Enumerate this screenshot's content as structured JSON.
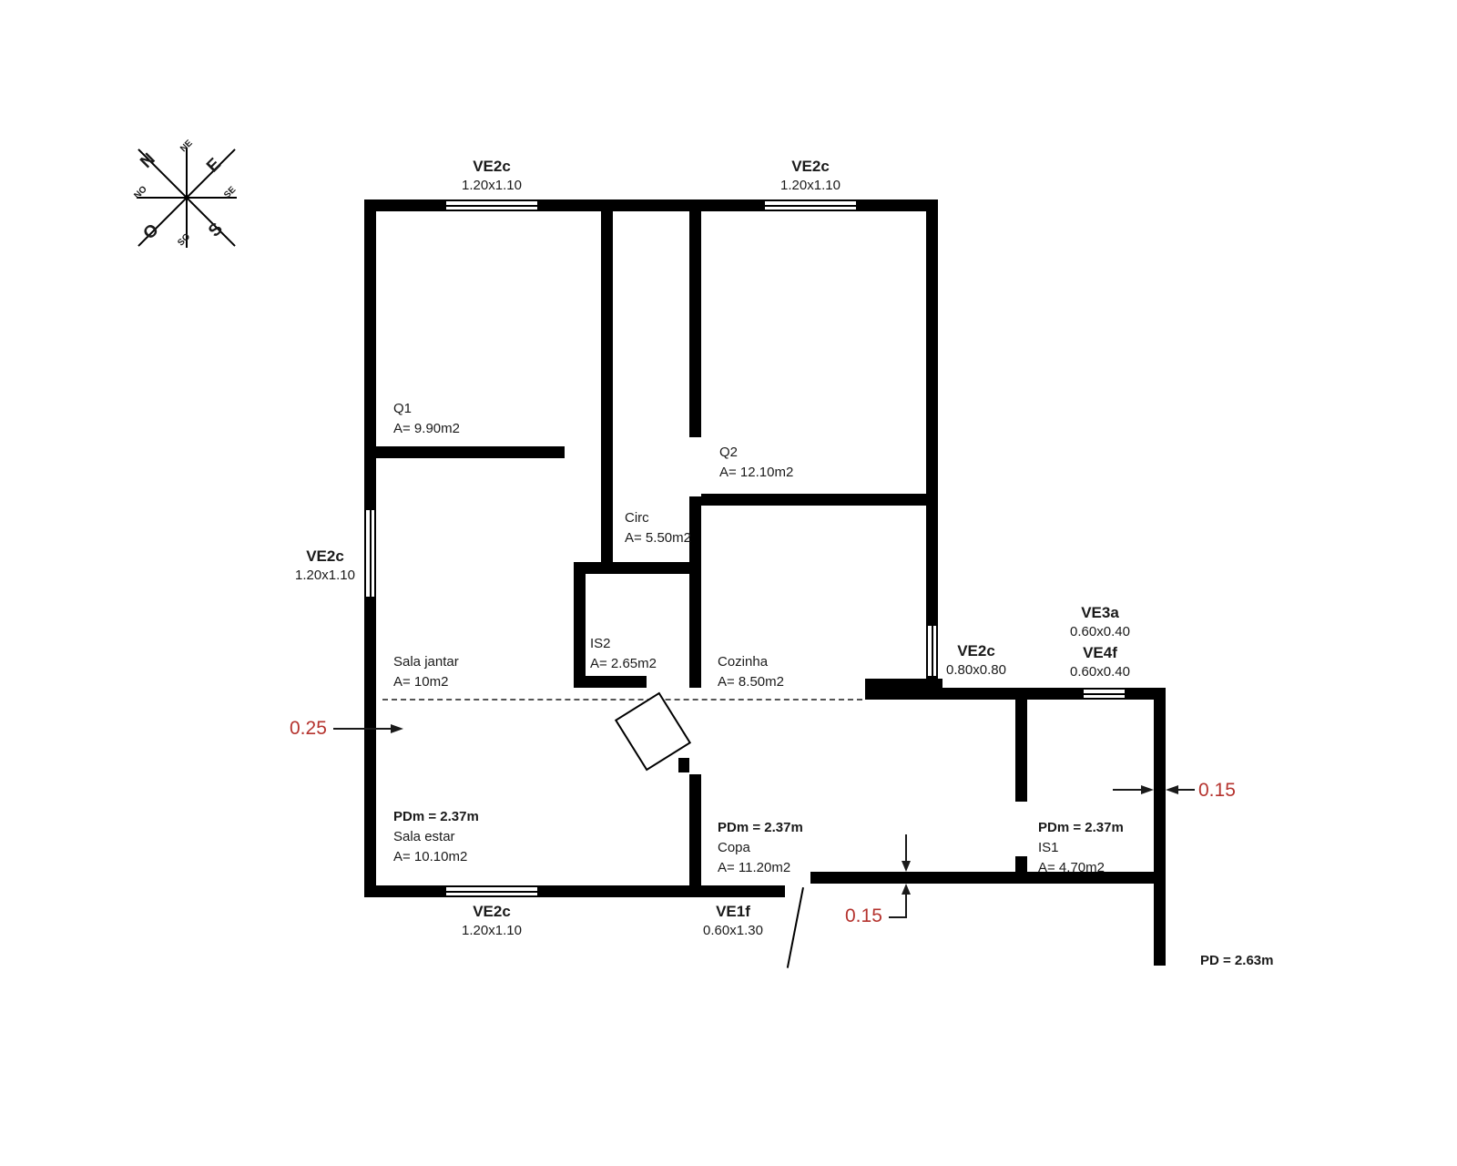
{
  "colors": {
    "wall": "#000000",
    "text": "#1a1a1a",
    "dimension_red": "#b5332e",
    "background": "#ffffff"
  },
  "compass": {
    "n": "N",
    "e": "E",
    "s": "S",
    "o": "O",
    "ne": "NE",
    "se": "SE",
    "so": "SO",
    "no": "NO"
  },
  "rooms": {
    "q1": {
      "name": "Q1",
      "area": "A= 9.90m2"
    },
    "q2": {
      "name": "Q2",
      "area": "A= 12.10m2"
    },
    "circ": {
      "name": "Circ",
      "area": "A= 5.50m2"
    },
    "is2": {
      "name": "IS2",
      "area": "A= 2.65m2"
    },
    "sala_jantar": {
      "name": "Sala jantar",
      "area": "A= 10m2"
    },
    "cozinha": {
      "name": "Cozinha",
      "area": "A= 8.50m2"
    },
    "sala_estar": {
      "pdm": "PDm = 2.37m",
      "name": "Sala estar",
      "area": "A= 10.10m2"
    },
    "copa": {
      "pdm": "PDm = 2.37m",
      "name": "Copa",
      "area": "A= 11.20m2"
    },
    "is1": {
      "pdm": "PDm = 2.37m",
      "name": "IS1",
      "area": "A= 4.70m2"
    }
  },
  "windows": {
    "top_left": {
      "code": "VE2c",
      "size": "1.20x1.10"
    },
    "top_right": {
      "code": "VE2c",
      "size": "1.20x1.10"
    },
    "left": {
      "code": "VE2c",
      "size": "1.20x1.10"
    },
    "bottom": {
      "code": "VE2c",
      "size": "1.20x1.10"
    },
    "entrance": {
      "code": "VE1f",
      "size": "0.60x1.30"
    },
    "kitchen": {
      "code": "VE2c",
      "size": "0.80x0.80"
    },
    "ve3a": {
      "code": "VE3a",
      "size": "0.60x0.40"
    },
    "ve4f": {
      "code": "VE4f",
      "size": "0.60x0.40"
    }
  },
  "dimensions": {
    "left_wall": "0.25",
    "right_wall": "0.15",
    "bottom_wall": "0.15",
    "ceiling": "PD = 2.63m"
  }
}
